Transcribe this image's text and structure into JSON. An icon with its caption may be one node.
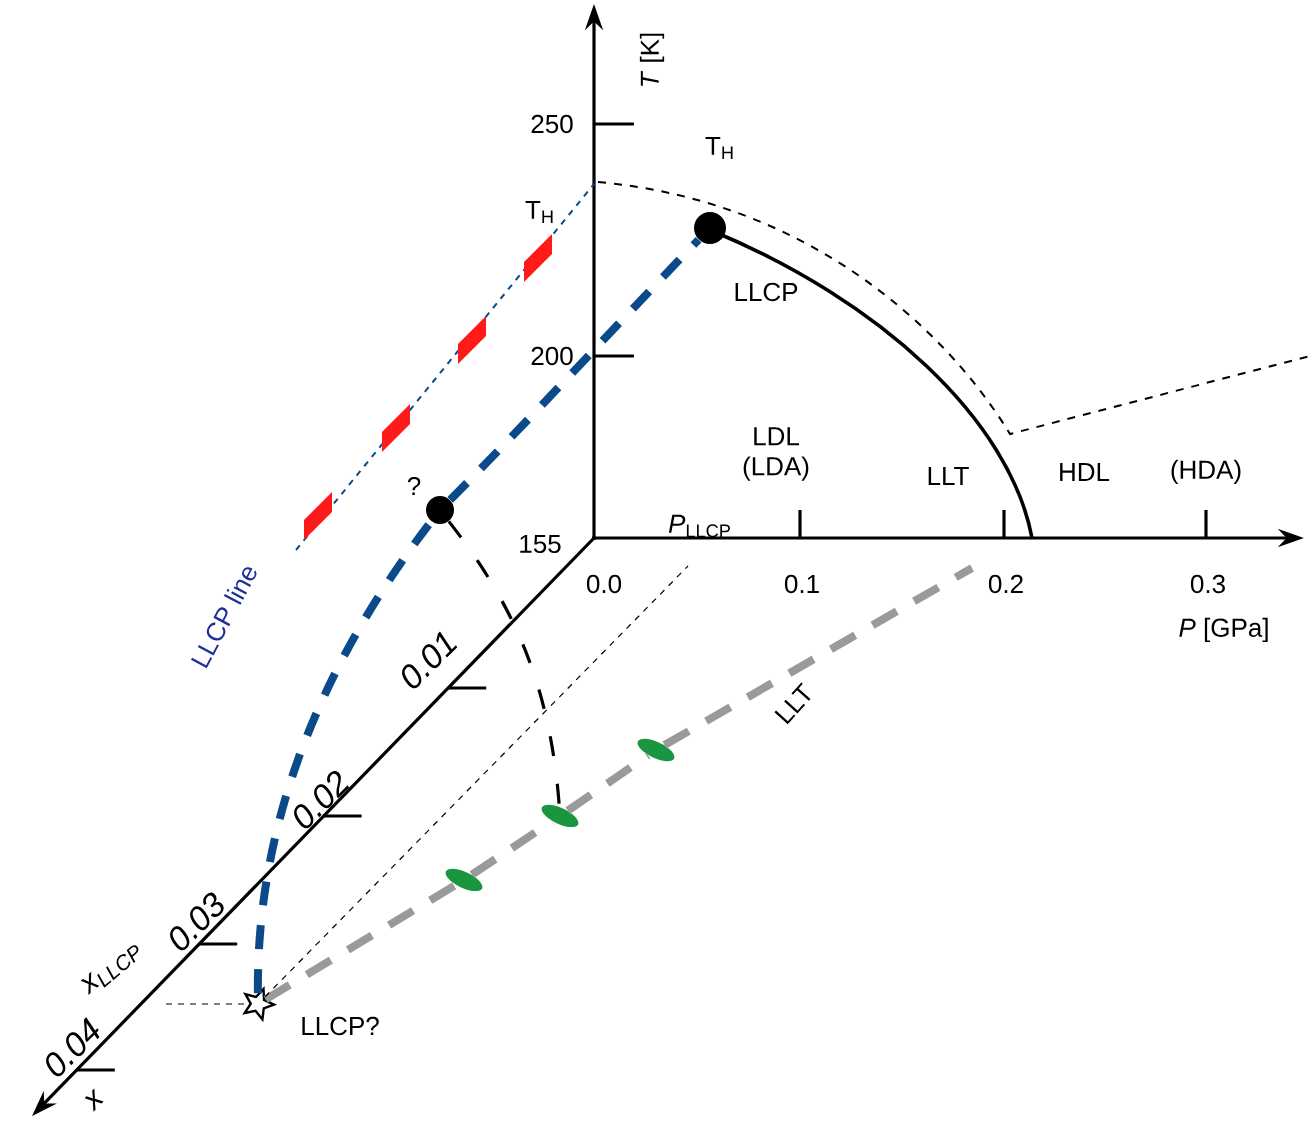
{
  "diagram": {
    "nodes": [
      {
        "text": [],
        "shape": "star",
        "beside": [
          "LLCP?"
        ]
      },
      {
        "text": [],
        "shape": "circle",
        "beside": [
          "?"
        ]
      },
      {
        "text": [],
        "shape": "circle",
        "beside": [
          "LLCP"
        ]
      },
      {
        "text": [],
        "shape": "ellipse"
      },
      {
        "text": [],
        "shape": "ellipse"
      },
      {
        "text": [],
        "shape": "ellipse"
      }
    ],
    "edges": [
      {
        "from": 0,
        "to": 1,
        "arrow": "none",
        "style": "dashed",
        "color": "#0a4a8a",
        "label": "LLCP line"
      },
      {
        "from": 1,
        "to": 2,
        "arrow": "none",
        "style": "dashed",
        "color": "#0a4a8a"
      },
      {
        "from": 1,
        "to": 4,
        "arrow": "none",
        "style": "dashed",
        "color": "#000000"
      },
      {
        "from": 0,
        "to": 3,
        "arrow": "none",
        "style": "dashed",
        "color": "#9a9a9a"
      },
      {
        "from": 3,
        "to": 4,
        "arrow": "none",
        "style": "dashed",
        "color": "#9a9a9a"
      },
      {
        "from": 4,
        "to": 5,
        "arrow": "none",
        "style": "dashed",
        "color": "#9a9a9a"
      },
      {
        "from": 5,
        "to": null,
        "arrow": "none",
        "style": "dashed",
        "color": "#9a9a9a",
        "label": "LLT"
      },
      {
        "from": 0,
        "to": null,
        "arrow": "none",
        "style": "dashed",
        "color": "#000000"
      },
      {
        "from": null,
        "to": 0,
        "arrow": "none",
        "style": "dashed",
        "color": "#000000"
      }
    ],
    "labels": [
      "*T* [K]",
      "250",
      "T$_{H}$",
      "T$_{H}$",
      "200",
      "LDL (LDA)",
      "LLT",
      "HDL",
      "(HDA)",
      "155",
      "*P*$_{LLCP}$",
      "0.0",
      "0.1",
      "0.2",
      "0.3",
      "*P* [GPa]",
      "0.01",
      "0.02",
      "0.03",
      "x$_{LLCP}$",
      "0.04",
      "x"
    ]
  }
}
